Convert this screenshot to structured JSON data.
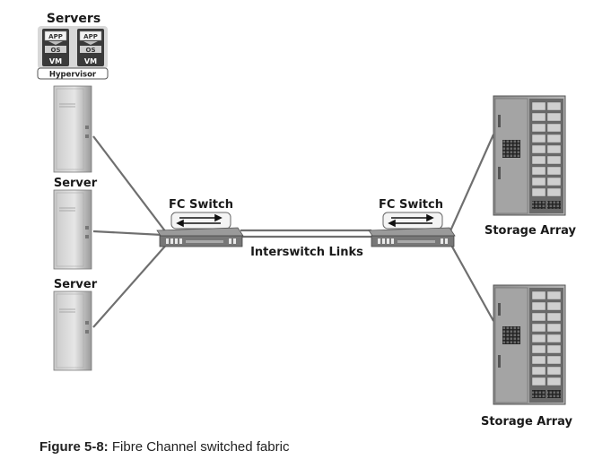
{
  "labels": {
    "servers": "Servers",
    "hypervisor": "Hypervisor",
    "app": "APP",
    "os": "OS",
    "vm": "VM",
    "server_mid": "Server",
    "server_bottom": "Server",
    "fc_switch_left": "FC Switch",
    "fc_switch_right": "FC Switch",
    "interswitch": "Interswitch Links",
    "storage_top": "Storage Array",
    "storage_bottom": "Storage Array"
  },
  "caption": {
    "figure": "Figure 5-8:",
    "text": " Fibre Channel switched fabric"
  }
}
